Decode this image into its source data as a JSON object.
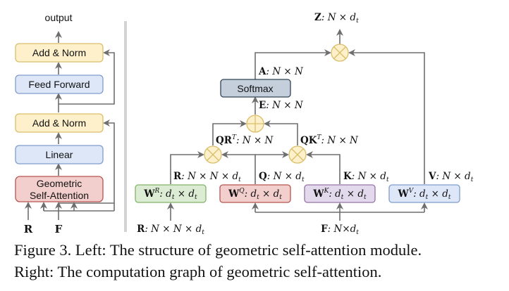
{
  "left": {
    "output_label": "output",
    "blocks": [
      {
        "id": "add-norm-top",
        "label": "Add & Norm"
      },
      {
        "id": "feed-forward",
        "label": "Feed Forward"
      },
      {
        "id": "add-norm-bottom",
        "label": "Add & Norm"
      },
      {
        "id": "linear",
        "label": "Linear"
      },
      {
        "id": "geometric-self-attention",
        "lines": [
          "Geometric",
          "Self-Attention"
        ]
      }
    ],
    "inputs": {
      "r": "R",
      "f": "F"
    }
  },
  "right": {
    "z_label": {
      "bold": "Z",
      "rest": ": N × d",
      "sub": "t"
    },
    "a_label": {
      "bold": "A",
      "rest": ": N × N"
    },
    "softmax_label": "Softmax",
    "e_label": {
      "bold": "E",
      "rest": ": N × N"
    },
    "qr_label": {
      "bold": "QR",
      "sup": "T",
      "rest": ": N × N"
    },
    "qk_label": {
      "bold": "QK",
      "sup": "T",
      "rest": ": N × N"
    },
    "r_label": {
      "bold": "R",
      "rest": ": N × N × d",
      "sub": "t"
    },
    "q_label": {
      "bold": "Q",
      "rest": ": N × d",
      "sub": "t"
    },
    "k_label": {
      "bold": "K",
      "rest": ": N × d",
      "sub": "t"
    },
    "v_label": {
      "bold": "V",
      "rest": ": N × d",
      "sub": "t"
    },
    "weights": [
      {
        "id": "wr",
        "bold": "W",
        "sup": "R",
        "rest": ": d",
        "sub1": "t",
        "mid": " × d",
        "sub2": "t"
      },
      {
        "id": "wq",
        "bold": "W",
        "sup": "Q",
        "rest": ": d",
        "sub1": "t",
        "mid": " × d",
        "sub2": "t"
      },
      {
        "id": "wk",
        "bold": "W",
        "sup": "K",
        "rest": ": d",
        "sub1": "t",
        "mid": " × d",
        "sub2": "t"
      },
      {
        "id": "wv",
        "bold": "W",
        "sup": "V",
        "rest": ": d",
        "sub1": "t",
        "mid": " × d",
        "sub2": "t"
      }
    ],
    "input_r": {
      "bold": "R",
      "rest": ": N × N × d",
      "sub": "t"
    },
    "input_f": {
      "bold": "F",
      "rest": ": N×d",
      "sub": "t"
    },
    "ops": {
      "multiply": "⊗",
      "add": "⊕"
    }
  },
  "colors": {
    "arrow": "#6e6e6e",
    "yellow_fill": "#fdf0cb",
    "yellow_stroke": "#d9bf6a",
    "blue_fill": "#dde7f8",
    "blue_stroke": "#7f9ccc",
    "red_fill": "#f2cfcd",
    "red_stroke": "#b85450",
    "green_fill": "#dcebd3",
    "green_stroke": "#82b366",
    "purple_fill": "#e3d9ec",
    "purple_stroke": "#9673a6",
    "gray_fill": "#c5cfdc",
    "gray_stroke": "#314354",
    "divider": "#d3d3d3"
  },
  "caption": {
    "line1": "Figure 3. Left: The structure of geometric self-attention module.",
    "line2": "Right: The computation graph of geometric self-attention."
  }
}
